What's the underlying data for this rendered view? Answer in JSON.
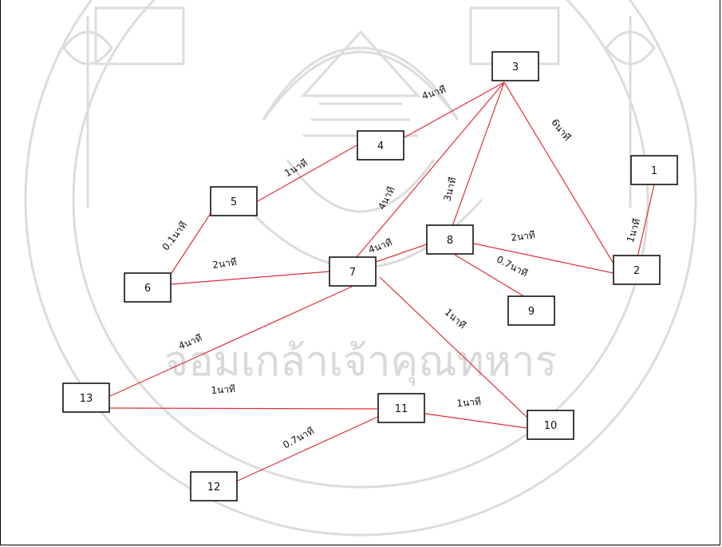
{
  "watermark_text": "จอมเกล้าเจ้าคุณทหาร",
  "colors": {
    "edge": "#e0303a",
    "node_border": "#111111",
    "watermark": "#d9d9d9"
  },
  "nodes": [
    {
      "id": "1",
      "label": "1"
    },
    {
      "id": "2",
      "label": "2"
    },
    {
      "id": "3",
      "label": "3"
    },
    {
      "id": "4",
      "label": "4"
    },
    {
      "id": "5",
      "label": "5"
    },
    {
      "id": "6",
      "label": "6"
    },
    {
      "id": "7",
      "label": "7"
    },
    {
      "id": "8",
      "label": "8"
    },
    {
      "id": "9",
      "label": "9"
    },
    {
      "id": "10",
      "label": "10"
    },
    {
      "id": "11",
      "label": "11"
    },
    {
      "id": "12",
      "label": "12"
    },
    {
      "id": "13",
      "label": "13"
    }
  ],
  "edges": [
    {
      "from": "3",
      "to": "4",
      "label": "4นาที"
    },
    {
      "from": "3",
      "to": "2",
      "label": "6นาที"
    },
    {
      "from": "3",
      "to": "8",
      "label": "3นาที"
    },
    {
      "from": "3",
      "to": "7",
      "label": "4นาที"
    },
    {
      "from": "4",
      "to": "5",
      "label": "1นาที"
    },
    {
      "from": "5",
      "to": "6",
      "label": "0.1นาที"
    },
    {
      "from": "6",
      "to": "7",
      "label": "2นาที"
    },
    {
      "from": "7",
      "to": "8",
      "label": "4นาที"
    },
    {
      "from": "8",
      "to": "2",
      "label": "2นาที"
    },
    {
      "from": "8",
      "to": "9",
      "label": "0.7นาที"
    },
    {
      "from": "1",
      "to": "2",
      "label": "1นาที"
    },
    {
      "from": "7",
      "to": "10",
      "label": "1นาที"
    },
    {
      "from": "7",
      "to": "13",
      "label": "4นาที"
    },
    {
      "from": "13",
      "to": "11",
      "label": "1นาที"
    },
    {
      "from": "11",
      "to": "10",
      "label": "1นาที"
    },
    {
      "from": "11",
      "to": "12",
      "label": "0.7นาที"
    }
  ]
}
